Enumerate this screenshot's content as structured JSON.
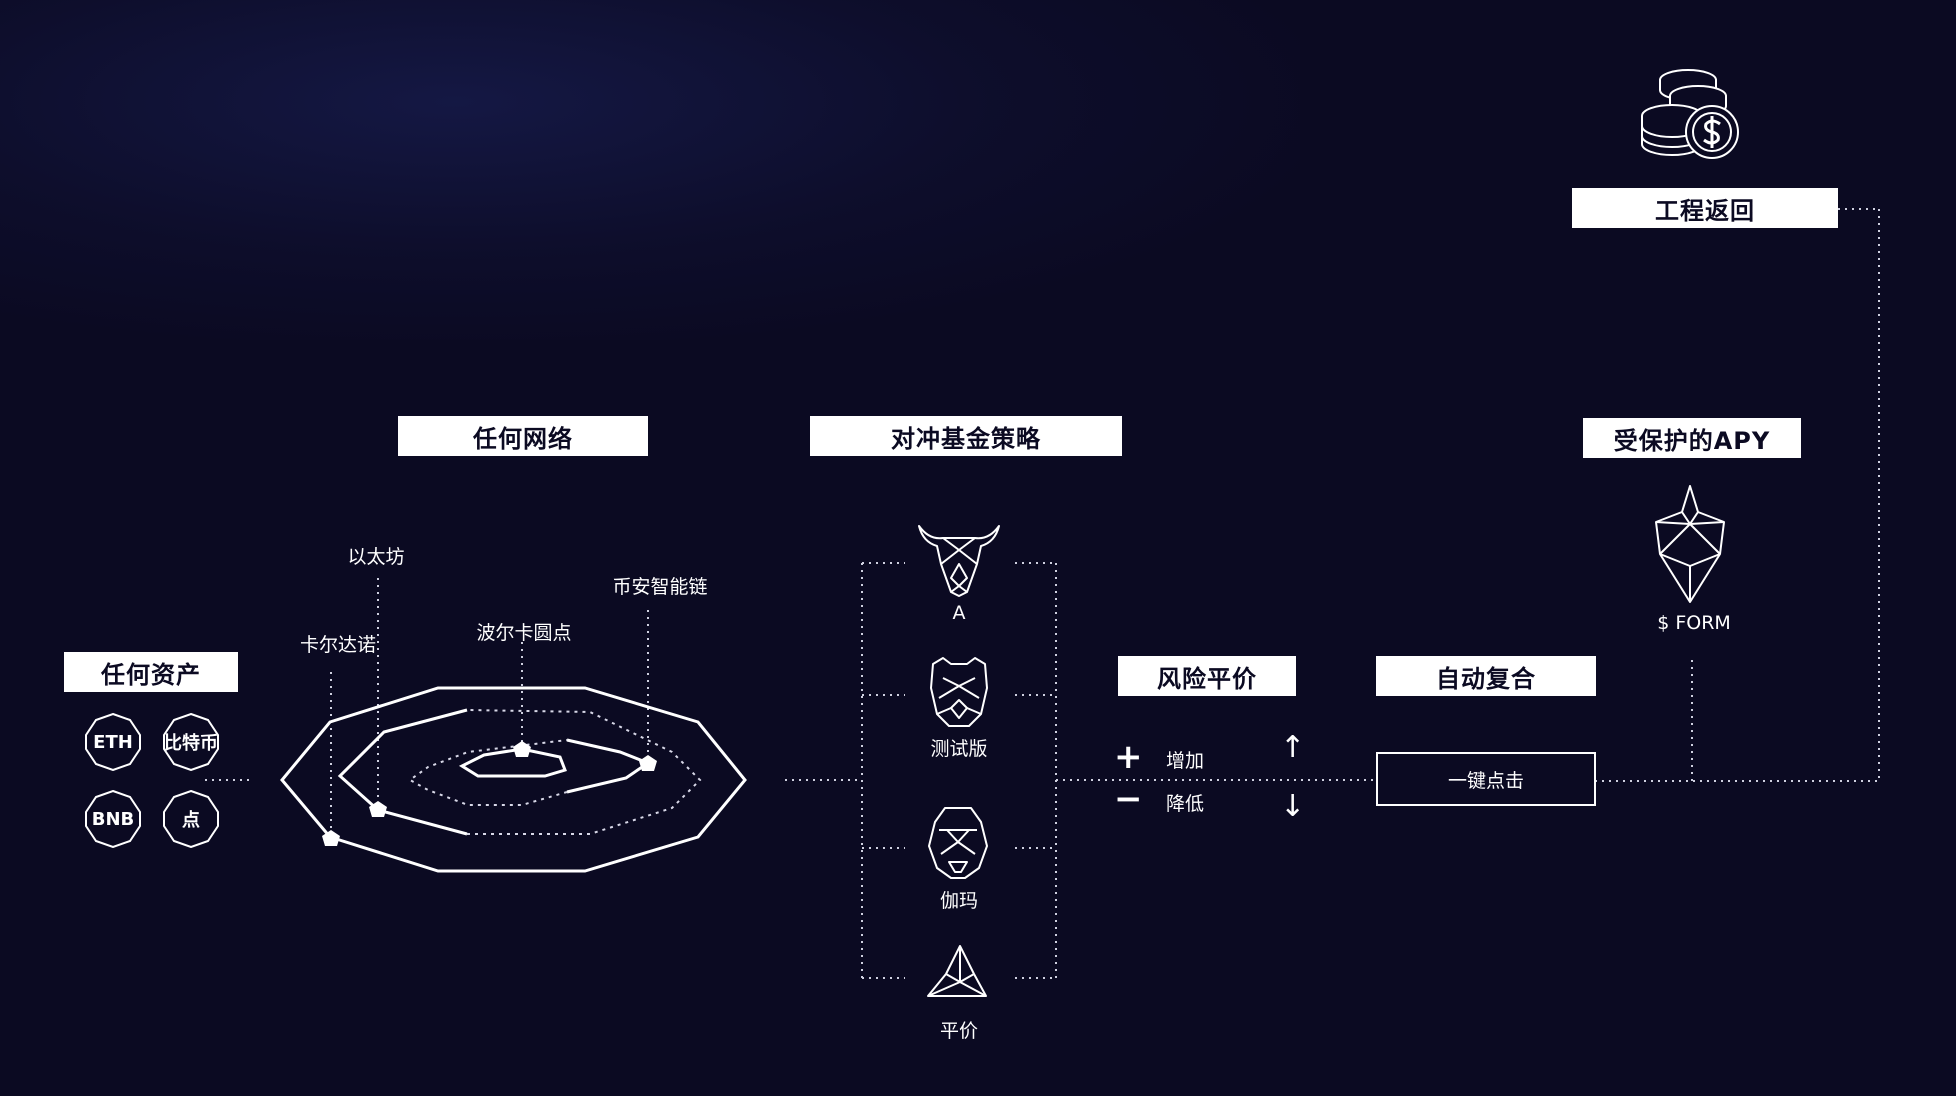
{
  "sections": {
    "any_asset": "任何资产",
    "any_network": "任何网络",
    "hedge_strategy": "对冲基金策略",
    "risk_parity": "风险平价",
    "auto_compound": "自动复合",
    "protected_apy": "受保护的APY",
    "project_return": "工程返回"
  },
  "assets": [
    "ETH",
    "比特币",
    "BNB",
    "点"
  ],
  "networks": {
    "cardano": "卡尔达诺",
    "ethereum": "以太坊",
    "polkadot": "波尔卡圆点",
    "bsc": "币安智能链"
  },
  "strategies": [
    "A",
    "测试版",
    "伽玛",
    "平价"
  ],
  "risk": {
    "increase": "增加",
    "decrease": "降低",
    "plus_symbol": "+",
    "minus_symbol": "−",
    "up_arrow": "↑",
    "down_arrow": "↓"
  },
  "one_click": "一键点击",
  "token": "$ FORM",
  "icons": [
    "bull-icon",
    "bear-icon",
    "gorilla-icon",
    "mountain-icon",
    "diamond-icon",
    "coins-icon"
  ]
}
